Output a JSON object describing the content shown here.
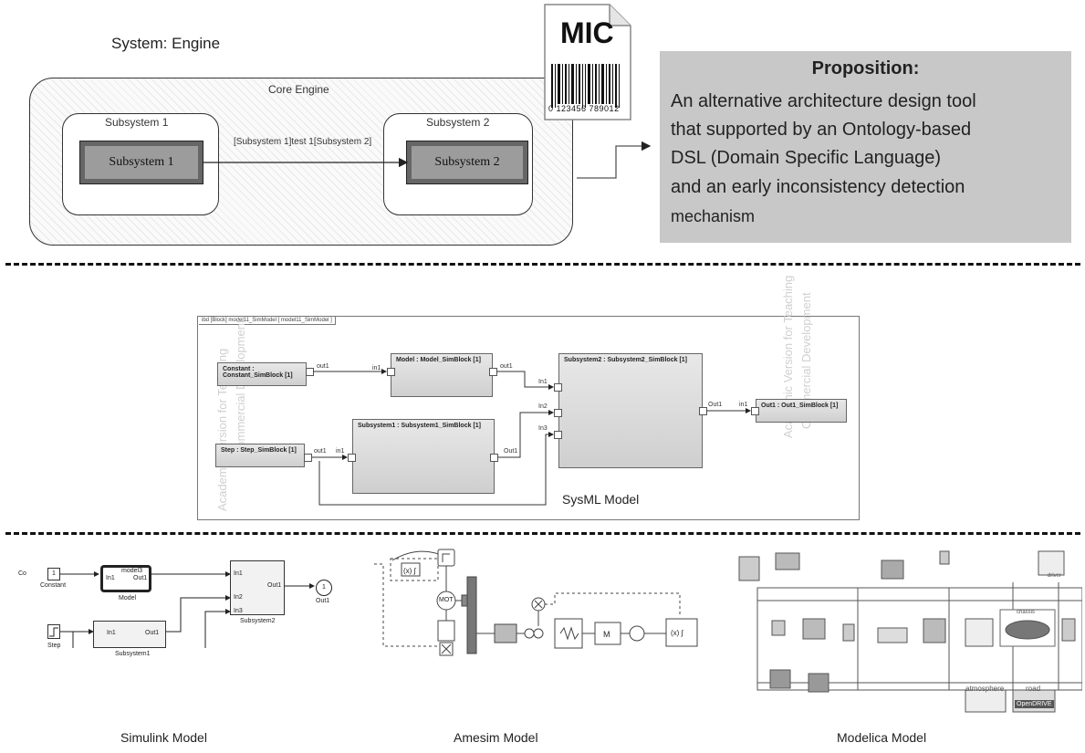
{
  "top": {
    "system_title": "System: Engine",
    "core_engine": "Core Engine",
    "subsystem1_outer": "Subsystem 1",
    "subsystem1_inner": "Subsystem 1",
    "subsystem2_outer": "Subsystem 2",
    "subsystem2_inner": "Subsystem 2",
    "connector_label": "[Subsystem 1]test 1[Subsystem 2]"
  },
  "mic": {
    "label": "MIC",
    "barcode": "0 123456 789012"
  },
  "proposition": {
    "title": "Proposition:",
    "lines": [
      "An alternative architecture design tool",
      "that supported by an Ontology-based",
      "DSL (Domain Specific Language)",
      "and an early inconsistency detection",
      "mechanism"
    ]
  },
  "sysml": {
    "frame_label": "ibd [Block] model11_SimModel [ model11_SimModel ]",
    "caption": "SysML Model",
    "blocks": {
      "constant": "Constant : Constant_SimBlock [1]",
      "model": "Model : Model_SimBlock [1]",
      "subsystem2": "Subsystem2 : Subsystem2_SimBlock [1]",
      "subsystem1": "Subsystem1 : Subsystem1_SimBlock [1]",
      "step": "Step : Step_SimBlock [1]",
      "out1": "Out1 : Out1_SimBlock [1]"
    },
    "ports": {
      "out1": "out1",
      "in1": "in1",
      "Out1": "Out1",
      "In1": "In1",
      "In2": "In2",
      "In3": "In3"
    },
    "watermarks": [
      "Academic Version for Teaching",
      "Commercial Development",
      "Academic Version for Teaching",
      "Commercial Development"
    ]
  },
  "simulink": {
    "caption": "Simulink Model",
    "constant_value": "1",
    "constant_label": "Constant",
    "cut_label": "Co",
    "model_name": "model3",
    "model_in": "In1",
    "model_out": "Out1",
    "model_label": "Model",
    "step_label": "Step",
    "sub1_in": "In1",
    "sub1_out": "Out1",
    "sub1_label": "Subsystem1",
    "sub2_in1": "In1",
    "sub2_in2": "In2",
    "sub2_in3": "In3",
    "sub2_out": "Out1",
    "sub2_label": "Subsystem2",
    "outport_value": "1",
    "outport_label": "Out1"
  },
  "amesim": {
    "caption": "Amesim Model",
    "mot": "MOT",
    "mass": "M",
    "sum1": "(x) ∫",
    "sum2": "(x) ∫"
  },
  "modelica": {
    "caption": "Modelica Model",
    "atmosphere": "atmosphere",
    "road": "road",
    "opendrive": "OpenDRIVE",
    "driver": "driver",
    "chassis": "chassis"
  }
}
